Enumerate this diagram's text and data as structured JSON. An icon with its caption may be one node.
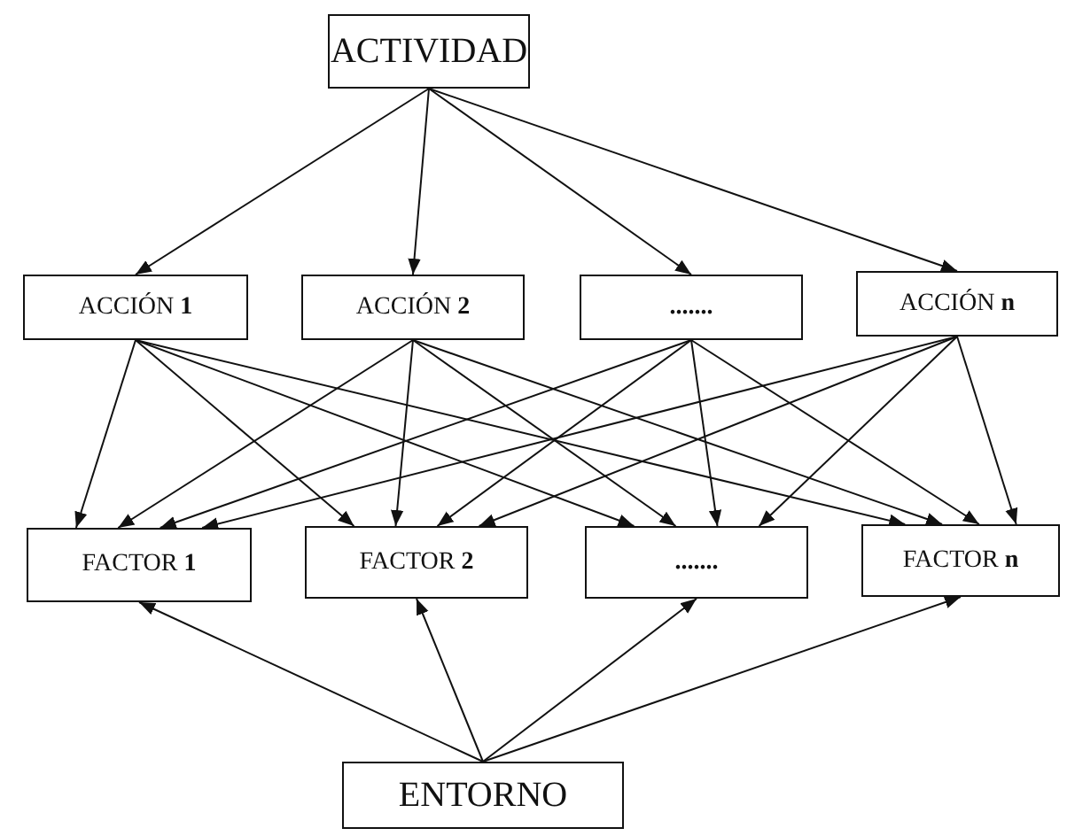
{
  "diagram": {
    "nodes": [
      {
        "text": [
          "ACTIVIDAD"
        ]
      },
      {
        "text": [
          "ACCIÓN **1**"
        ]
      },
      {
        "text": [
          "ACCIÓN **2**"
        ]
      },
      {
        "text": [
          "......."
        ]
      },
      {
        "text": [
          "ACCIÓN **n**"
        ]
      },
      {
        "text": [
          "FACTOR **1**"
        ]
      },
      {
        "text": [
          "FACTOR **2**"
        ]
      },
      {
        "text": [
          "......."
        ]
      },
      {
        "text": [
          "FACTOR **n**"
        ]
      },
      {
        "text": [
          "ENTORNO"
        ]
      }
    ],
    "edges": [
      {
        "from": 0,
        "to": 1,
        "arrow": "to"
      },
      {
        "from": 0,
        "to": 2,
        "arrow": "to"
      },
      {
        "from": 0,
        "to": 3,
        "arrow": "to"
      },
      {
        "from": 0,
        "to": 4,
        "arrow": "to"
      },
      {
        "from": 1,
        "to": 5,
        "arrow": "to"
      },
      {
        "from": 1,
        "to": 6,
        "arrow": "to"
      },
      {
        "from": 1,
        "to": 7,
        "arrow": "to"
      },
      {
        "from": 1,
        "to": 8,
        "arrow": "to"
      },
      {
        "from": 2,
        "to": 5,
        "arrow": "to"
      },
      {
        "from": 2,
        "to": 6,
        "arrow": "to"
      },
      {
        "from": 2,
        "to": 7,
        "arrow": "to"
      },
      {
        "from": 2,
        "to": 8,
        "arrow": "to"
      },
      {
        "from": 3,
        "to": 5,
        "arrow": "to"
      },
      {
        "from": 3,
        "to": 6,
        "arrow": "to"
      },
      {
        "from": 3,
        "to": 7,
        "arrow": "to"
      },
      {
        "from": 3,
        "to": 8,
        "arrow": "to"
      },
      {
        "from": 4,
        "to": 5,
        "arrow": "to"
      },
      {
        "from": 4,
        "to": 6,
        "arrow": "to"
      },
      {
        "from": 4,
        "to": 7,
        "arrow": "to"
      },
      {
        "from": 4,
        "to": 8,
        "arrow": "to"
      },
      {
        "from": 9,
        "to": 5,
        "arrow": "to"
      },
      {
        "from": 9,
        "to": 6,
        "arrow": "to"
      },
      {
        "from": 9,
        "to": 7,
        "arrow": "to"
      },
      {
        "from": 9,
        "to": 8,
        "arrow": "to"
      }
    ]
  }
}
